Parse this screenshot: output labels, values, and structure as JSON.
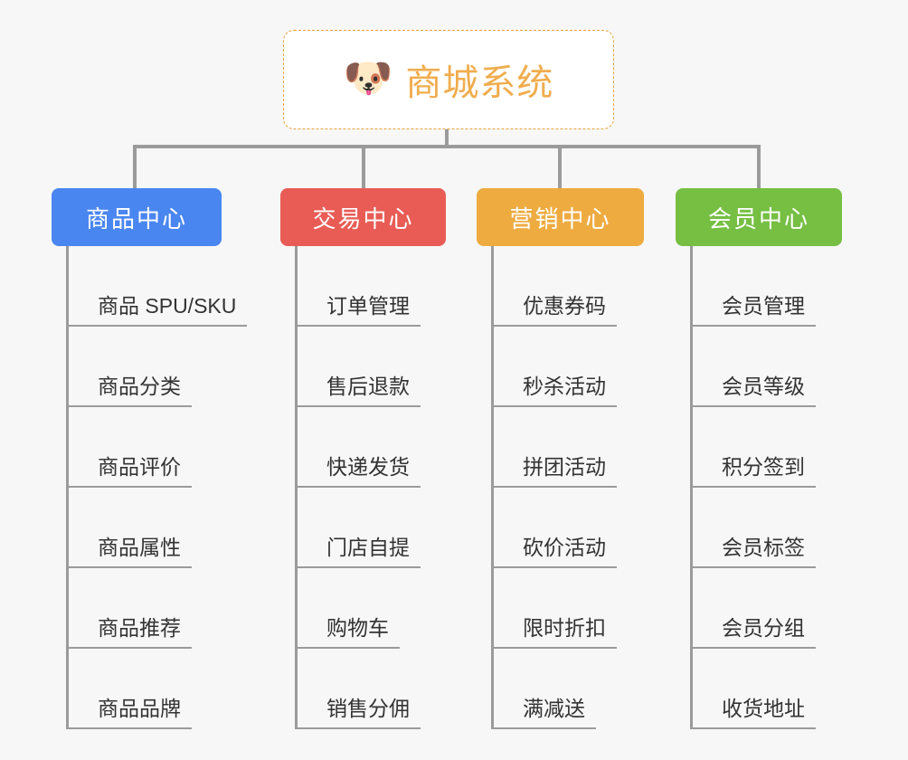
{
  "page": {
    "background_color": "#f7f7f7",
    "line_color": "#9b9b9b"
  },
  "root": {
    "icon": "dog-face-emoji",
    "emoji": "🐶",
    "title": "商城系统",
    "title_color": "#f0ad4e",
    "border_color": "#e8a33d",
    "background_color": "#ffffff"
  },
  "columns": [
    {
      "id": "product-center",
      "header": "商品中心",
      "color": "#4a86f0",
      "items": [
        "商品 SPU/SKU",
        "商品分类",
        "商品评价",
        "商品属性",
        "商品推荐",
        "商品品牌"
      ]
    },
    {
      "id": "trade-center",
      "header": "交易中心",
      "color": "#e85c55",
      "items": [
        "订单管理",
        "售后退款",
        "快递发货",
        "门店自提",
        "购物车",
        "销售分佣"
      ]
    },
    {
      "id": "marketing-center",
      "header": "营销中心",
      "color": "#eeab40",
      "items": [
        "优惠券码",
        "秒杀活动",
        "拼团活动",
        "砍价活动",
        "限时折扣",
        "满减送"
      ]
    },
    {
      "id": "member-center",
      "header": "会员中心",
      "color": "#76bf43",
      "items": [
        "会员管理",
        "会员等级",
        "积分签到",
        "会员标签",
        "会员分组",
        "收货地址"
      ]
    }
  ]
}
